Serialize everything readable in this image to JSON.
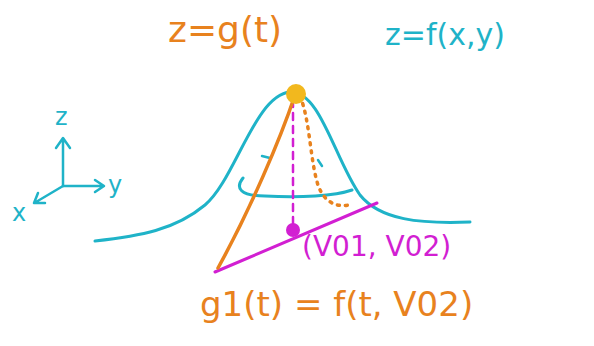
{
  "diagram": {
    "labels": [
      "z=g(t)",
      "z=f(x,y)",
      "z",
      "y",
      "x",
      "(V01, V02)",
      "g1(t) = f(t, V02)"
    ]
  }
}
